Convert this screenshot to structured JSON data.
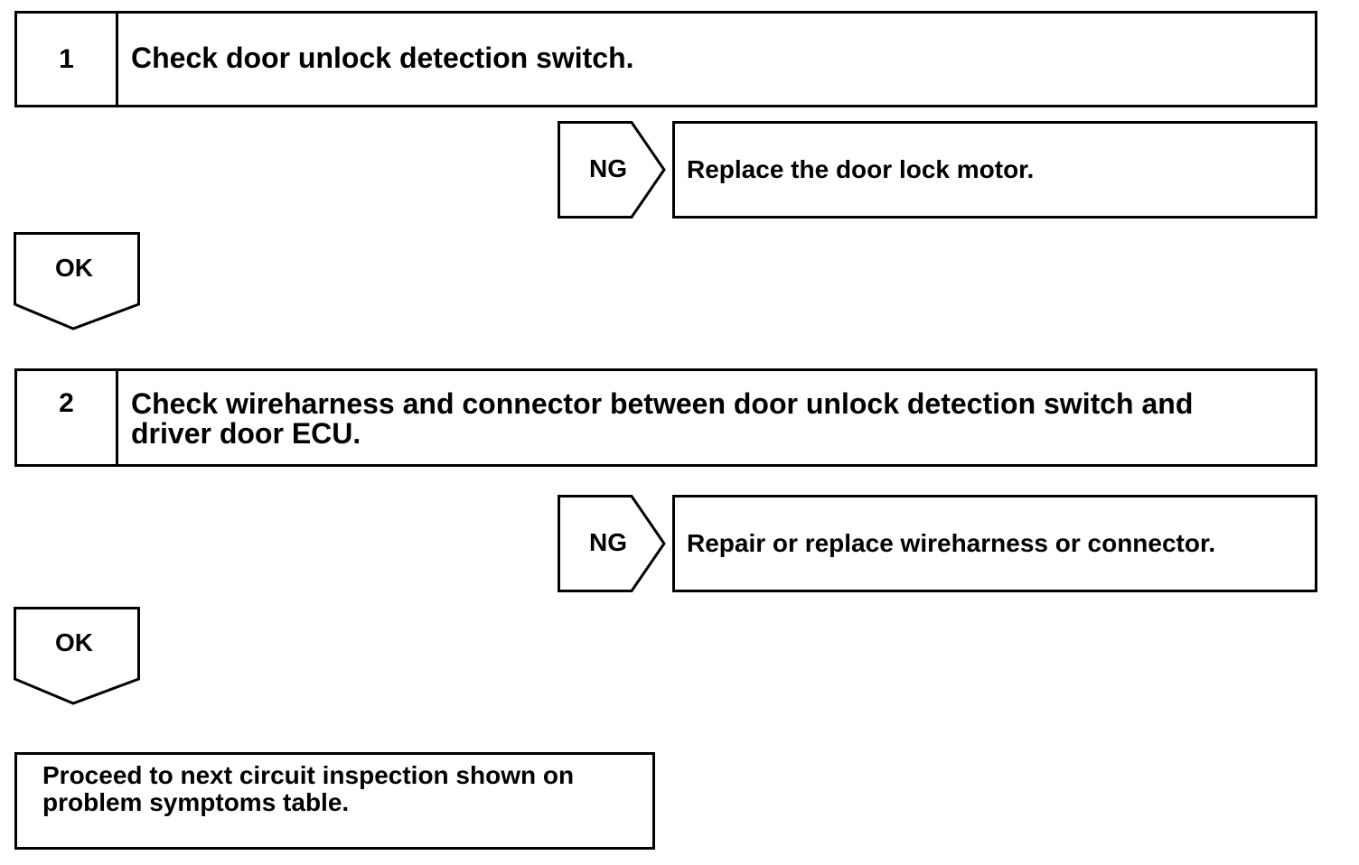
{
  "steps": [
    {
      "number": "1",
      "text": "Check door unlock detection switch."
    },
    {
      "number": "2",
      "text_line1": "Check wireharness and connector between door unlock detection switch and",
      "text_line2": "driver door ECU."
    }
  ],
  "ng_results": [
    {
      "label": "NG",
      "text": "Replace the door lock motor."
    },
    {
      "label": "NG",
      "text": "Repair or replace wireharness or connector."
    }
  ],
  "ok_labels": [
    "OK",
    "OK"
  ],
  "final": {
    "line1": "Proceed to next circuit inspection shown on",
    "line2": "problem symptoms table."
  }
}
